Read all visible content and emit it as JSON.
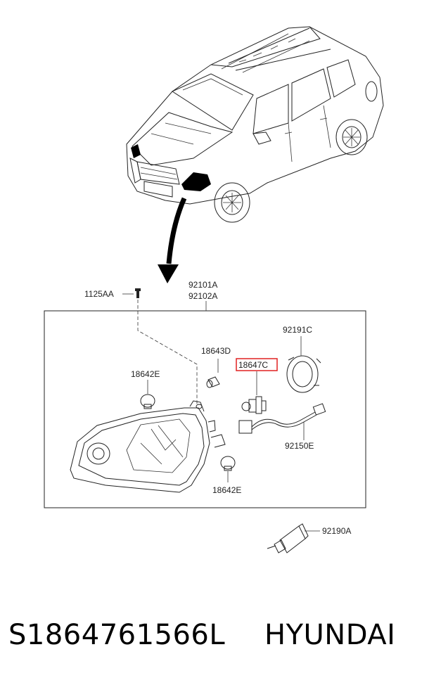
{
  "labels": {
    "bolt": "1125AA",
    "headlamp_lh": "92101A",
    "headlamp_rh": "92102A",
    "bulb_side": "18643D",
    "bulb_turn_top": "18642E",
    "bulb_turn_bottom": "18642E",
    "bulb_head_highlighted": "18647C",
    "cap": "92191C",
    "wiring": "92150E",
    "socket": "92190A"
  },
  "caption": {
    "part_number": "S1864761566L",
    "brand": "HYUNDAI"
  },
  "colors": {
    "highlight": "#e02020",
    "ink": "#222222"
  }
}
